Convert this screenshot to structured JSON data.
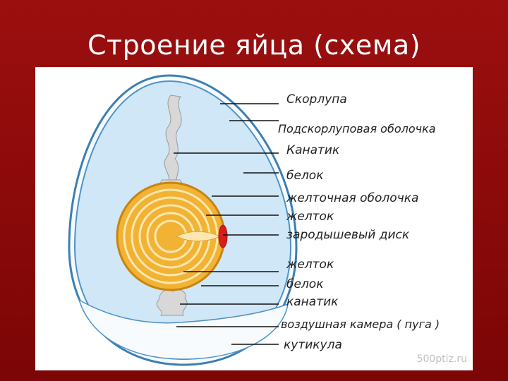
{
  "title": "Строение яйца (схема)",
  "labels": {
    "shell": "Скорлупа",
    "shell_membrane": "Подскорлуповая оболочка",
    "chalaza_top": "Канатик",
    "albumen_top": "белок",
    "yolk_membrane": "желточная оболочка",
    "yolk_top": "желток",
    "germinal_disc": "зародышевый диск",
    "yolk_bottom": "желток",
    "albumen_bottom": "белок",
    "chalaza_bottom": "канатик",
    "air_cell": "воздушная камера ( пуга )",
    "cuticle": "кутикула"
  },
  "watermark": "500ptiz.ru",
  "colors": {
    "background": "#8b0a0a",
    "albumen": "#cfe7f7",
    "yolk": "#f2b233",
    "yolk_light": "#fde7b0",
    "germinal_disc": "#d51f1f",
    "shell_outline": "#3c7fb4"
  }
}
